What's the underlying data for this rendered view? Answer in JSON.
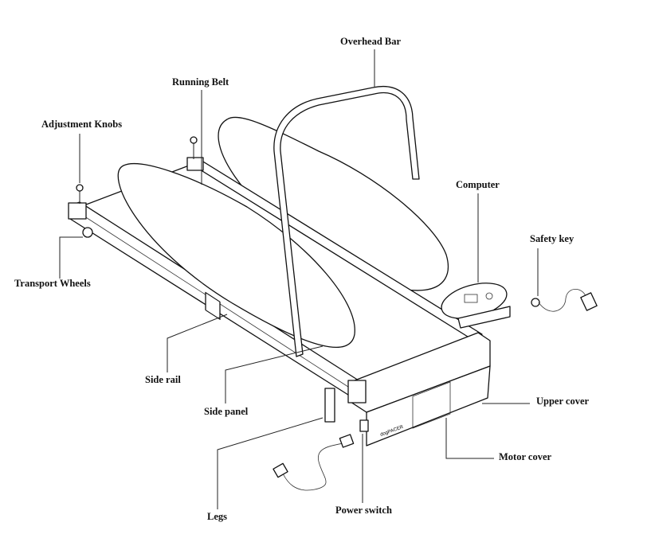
{
  "title": "Treadmill parts diagram",
  "logo_text": "dogPACER",
  "labels": {
    "overhead_bar": "Overhead Bar",
    "running_belt": "Running Belt",
    "adjustment_knobs": "Adjustment Knobs",
    "computer": "Computer",
    "safety_key": "Safety key",
    "transport_wheels": "Transport Wheels",
    "side_rail": "Side rail",
    "side_panel": "Side panel",
    "upper_cover": "Upper cover",
    "motor_cover": "Motor cover",
    "legs": "Legs",
    "power_switch": "Power switch"
  }
}
